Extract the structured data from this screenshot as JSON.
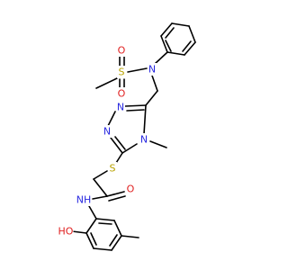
{
  "structure": {
    "colors": {
      "bond": "#000000",
      "N": "#2a2ae0",
      "O": "#e02020",
      "S": "#b8a200",
      "background": "#ffffff"
    },
    "atoms": [
      {
        "id": "s1",
        "label": "S",
        "element": "S"
      },
      {
        "id": "o1",
        "label": "O",
        "element": "O"
      },
      {
        "id": "o2",
        "label": "O",
        "element": "O"
      },
      {
        "id": "n_sulf",
        "label": "N",
        "element": "N"
      },
      {
        "id": "n_tz1",
        "label": "N",
        "element": "N"
      },
      {
        "id": "n_tz2",
        "label": "N",
        "element": "N"
      },
      {
        "id": "n_tz4",
        "label": "N",
        "element": "N"
      },
      {
        "id": "s_thio",
        "label": "S",
        "element": "S"
      },
      {
        "id": "o_amide",
        "label": "O",
        "element": "O"
      },
      {
        "id": "nh",
        "label": "NH",
        "element": "N"
      },
      {
        "id": "ho",
        "label": "HO",
        "element": "O"
      }
    ]
  }
}
